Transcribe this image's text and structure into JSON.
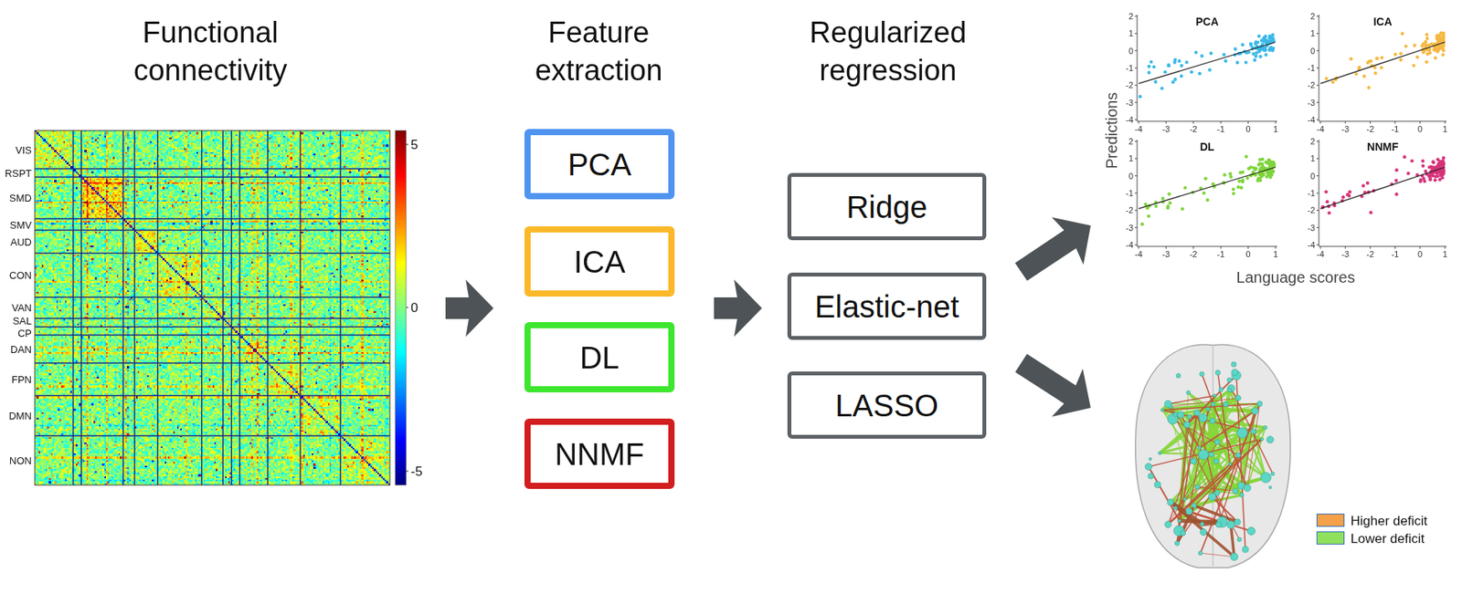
{
  "diagram": {
    "nodes": [
      {
        "text": [
          "PCA"
        ]
      },
      {
        "text": [
          "ICA"
        ]
      },
      {
        "text": [
          "DL"
        ]
      },
      {
        "text": [
          "NNMF"
        ]
      },
      {
        "text": [
          "Ridge"
        ]
      },
      {
        "text": [
          "Elastic-net"
        ]
      },
      {
        "text": [
          "LASSO"
        ]
      }
    ],
    "labels": [
      "Functional connectivity",
      "Feature extraction",
      "Regularized regression",
      "VIS",
      "RSPT",
      "SMD",
      "SMV",
      "AUD",
      "CON",
      "VAN",
      "SAL",
      "CP",
      "DAN",
      "FPN",
      "DMN",
      "NON",
      "5",
      "0",
      "-5",
      "Predictions",
      "Language scores",
      "PCA",
      "2",
      "1",
      "0",
      "-1",
      "-2",
      "-3",
      "-4",
      "-4",
      "-3",
      "-2",
      "-1",
      "0",
      "1",
      "ICA",
      "2",
      "1",
      "0",
      "-1",
      "-2",
      "-3",
      "-4",
      "-4",
      "-3",
      "-2",
      "-1",
      "0",
      "1",
      "DL",
      "2",
      "1",
      "0",
      "-1",
      "-2",
      "-3",
      "-4",
      "-4",
      "-3",
      "-2",
      "-1",
      "0",
      "1",
      "NNMF",
      "2",
      "1",
      "0",
      "-1",
      "-2",
      "-3",
      "-4",
      "-4",
      "-3",
      "-2",
      "-1",
      "0",
      "1"
    ],
    "legend": [
      {
        "text": "Higher deficit",
        "color": "#f5a04a"
      },
      {
        "text": "Lower deficit",
        "color": "#8fe05c"
      }
    ]
  }
}
